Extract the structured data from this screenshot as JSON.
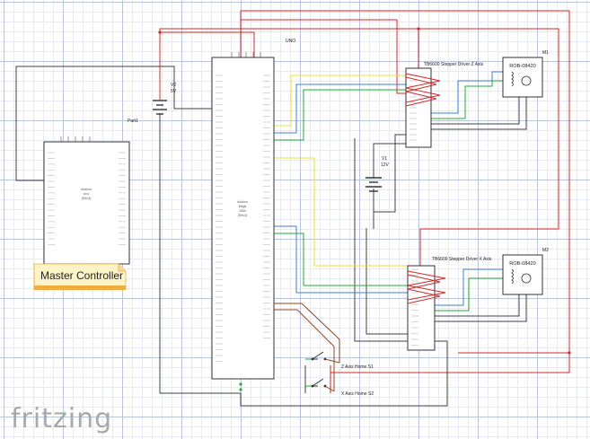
{
  "labels": {
    "uno": "UNO",
    "part1": "Part1",
    "v2_name": "V2",
    "v2_value": "5V",
    "v1_name": "V1",
    "v1_value": "12V",
    "m1": "M1",
    "m2": "M2",
    "motor1": "ROB-08420",
    "motor2": "ROB-08420",
    "driver_z": "TB6600 Stepper Driver Z Axis",
    "driver_x": "TB6600 Stepper Driver X Axis",
    "switch_z": "Z Axis Home S1",
    "switch_x": "X Axis Home S2",
    "master_controller": "Master Controller",
    "logo": "fritzing"
  },
  "boards": {
    "uno_body": [
      "Arduino",
      "Uno",
      "(Rev3)"
    ],
    "mega_body": [
      "Arduino",
      "Mega",
      "2560",
      "(Rev3)"
    ]
  },
  "colors": {
    "red": "#d42a2a",
    "blue": "#3f7fd9",
    "green": "#26a83a",
    "yellow": "#ebe13a",
    "black": "#404040",
    "brown": "#8b4a2a",
    "note_fill": "#fff3c8",
    "note_edge": "#f0ad3d"
  }
}
